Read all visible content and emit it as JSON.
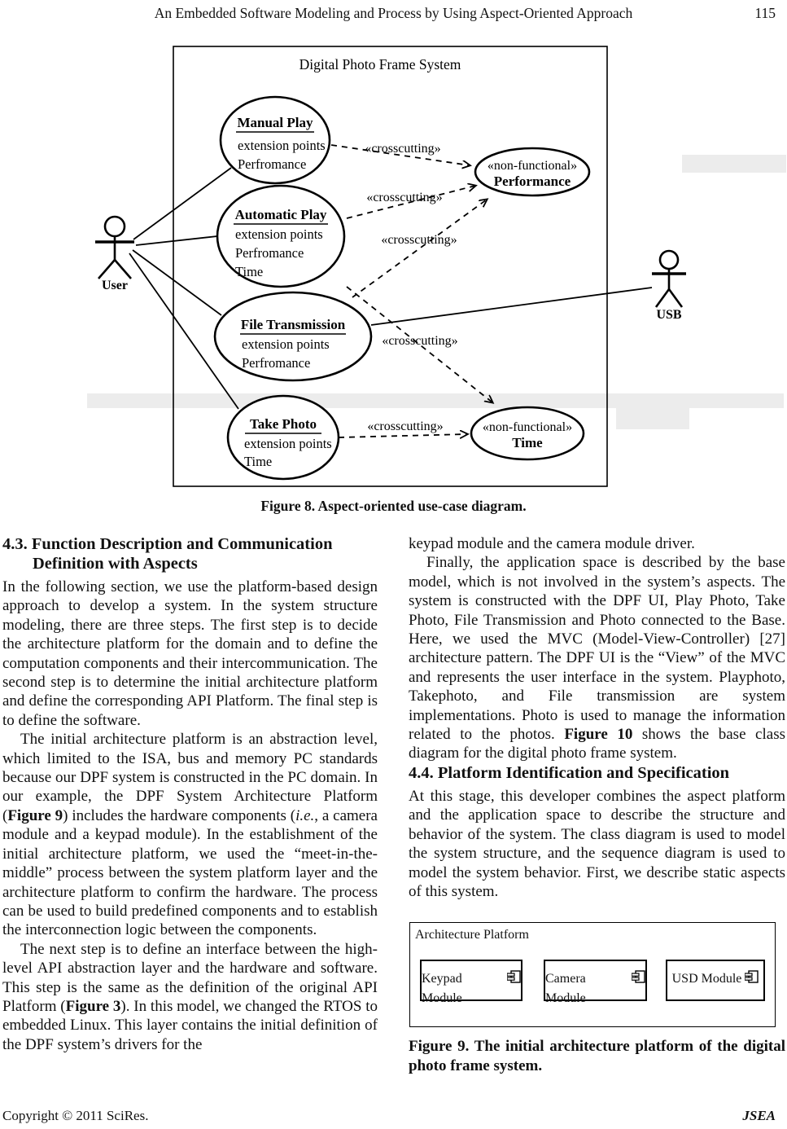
{
  "header": {
    "title": "An Embedded Software Modeling and Process by Using Aspect-Oriented Approach",
    "page_number": "115"
  },
  "figure8": {
    "system_title": "Digital Photo Frame System",
    "crosscutting": "«crosscutting»",
    "use_cases": {
      "manual_play": {
        "title": "Manual Play",
        "line1": "extension points",
        "line2": "Perfromance"
      },
      "automatic_play": {
        "title": "Automatic Play",
        "line1": "extension points",
        "line2": "Perfromance",
        "line3": "Time"
      },
      "file_transmission": {
        "title": "File Transmission",
        "line1": "extension points",
        "line2": "Perfromance"
      },
      "take_photo": {
        "title": "Take Photo",
        "line1": "extension points",
        "line2": "Time"
      }
    },
    "aspects": {
      "performance": {
        "stereotype": "«non-functional»",
        "name": "Performance"
      },
      "time": {
        "stereotype": "«non-functional»",
        "name": "Time"
      }
    },
    "actors": {
      "user": "User",
      "usb": "USB"
    },
    "caption": "Figure 8. Aspect-oriented use-case diagram."
  },
  "body": {
    "left": {
      "heading43_line1": "4.3. Function Description and Communication",
      "heading43_line2": "Definition with Aspects",
      "para1": "In the following section, we use the platform-based design approach to develop a system. In the system structure modeling, there are three steps. The first step is to decide the architecture platform for the domain and to define the computation components and their intercommunication. The second step is to determine the initial architecture platform and define the corresponding API Platform. The final step is to define the software.",
      "para2": [
        {
          "t": "The initial architecture platform is an abstraction level, which limited to the ISA, bus and memory PC standards because our DPF system is constructed in the PC domain. In our example, the DPF System Architecture Platform ("
        },
        {
          "t": "Figure 9",
          "b": true
        },
        {
          "t": ") includes the hardware components ("
        },
        {
          "t": "i.e.",
          "i": true
        },
        {
          "t": ", a camera module and a keypad module). In the establishment of the initial architecture platform, we used the “meet-in-the-middle” process between the system platform layer and the architecture platform to confirm the hardware. The process can be used to build predefined components and to establish the interconnection logic between the components."
        }
      ],
      "para3": [
        {
          "t": "The next step is to define an interface between the high-level API abstraction layer and the hardware and software. This step is the same as the definition of the original API Platform ("
        },
        {
          "t": "Figure 3",
          "b": true
        },
        {
          "t": "). In this model, we changed the RTOS to embedded Linux. This layer contains the initial definition of the DPF system’s drivers for the"
        }
      ]
    },
    "right": {
      "cont_line": "keypad module and the camera module driver.",
      "para1": [
        {
          "t": "Finally, the application space is described by the base model, which is not involved in the system’s aspects. The system is constructed with the DPF UI, Play Photo, Take Photo, File Transmission and Photo connected to the Base. Here, we used the MVC (Model-View-Controller) [27] architecture pattern. The DPF UI is the “View” of the MVC and represents the user interface in the system. Playphoto, Takephoto, and File transmission are system implementations. Photo is used to manage the information related to the photos. "
        },
        {
          "t": "Figure 10",
          "b": true
        },
        {
          "t": " shows the base class diagram for the digital photo frame system."
        }
      ],
      "heading44": "4.4. Platform Identification and Specification",
      "para2": "At this stage, this developer combines the aspect platform and the application space to describe the structure and behavior of the system. The class diagram is used to model the system structure, and the sequence diagram is used to model the system behavior. First, we describe static aspects of this system."
    }
  },
  "figure9": {
    "frame_label": "Architecture Platform",
    "components": [
      "Keypad Module",
      "Camera Module",
      "USD Module"
    ],
    "caption": "Figure 9. The initial architecture platform of the digital photo frame system."
  },
  "footer": {
    "copyright": "Copyright © 2011 SciRes.",
    "journal": "JSEA"
  }
}
